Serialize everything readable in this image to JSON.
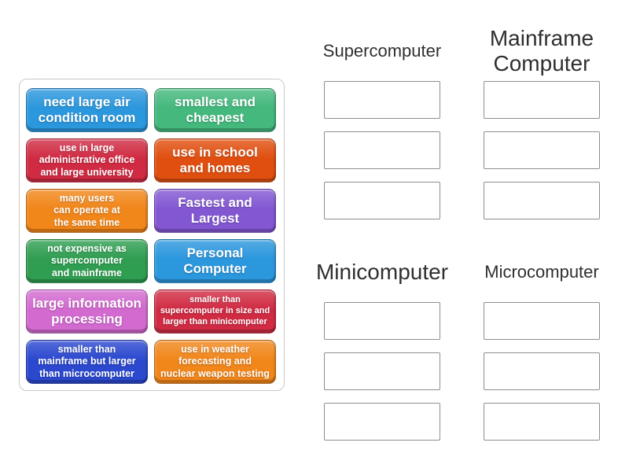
{
  "tile_panel": {
    "tiles": [
      {
        "text": "need large air\ncondition room",
        "color": "#2b97dd"
      },
      {
        "text": "smallest and\ncheapest",
        "color": "#44b87d"
      },
      {
        "text": "use in large\nadministrative office\nand large university",
        "color": "#d02b43"
      },
      {
        "text": "use in school\nand homes",
        "color": "#e04f10"
      },
      {
        "text": "many users\ncan operate at\nthe same time",
        "color": "#f1861a"
      },
      {
        "text": "Fastest and\nLargest",
        "color": "#8357d2"
      },
      {
        "text": "not expensive as\nsupercomputer\nand mainframe",
        "color": "#2f9e51"
      },
      {
        "text": "Personal\nComputer",
        "color": "#2b97dd"
      },
      {
        "text": "large information\nprocessing",
        "color": "#d26ad0"
      },
      {
        "text": "smaller than\nsupercomputer in size and\nlarger than minicomputer",
        "color": "#d02b43"
      },
      {
        "text": "smaller than\nmainframe but larger\nthan microcomputer",
        "color": "#2b48cf"
      },
      {
        "text": "use in weather\nforecasting and\nnuclear weapon testing",
        "color": "#f1861a"
      }
    ]
  },
  "groups": [
    {
      "label": "Supercomputer",
      "slots": 3
    },
    {
      "label": "Mainframe\nComputer",
      "slots": 3
    },
    {
      "label": "Minicomputer",
      "slots": 3
    },
    {
      "label": "Microcomputer",
      "slots": 3
    }
  ],
  "colors": {
    "background": "#ffffff",
    "panel_border": "#c9c9c9",
    "slot_border": "#8e8e8e",
    "header_text": "#2f2f2f",
    "tile_text": "#ffffff"
  }
}
